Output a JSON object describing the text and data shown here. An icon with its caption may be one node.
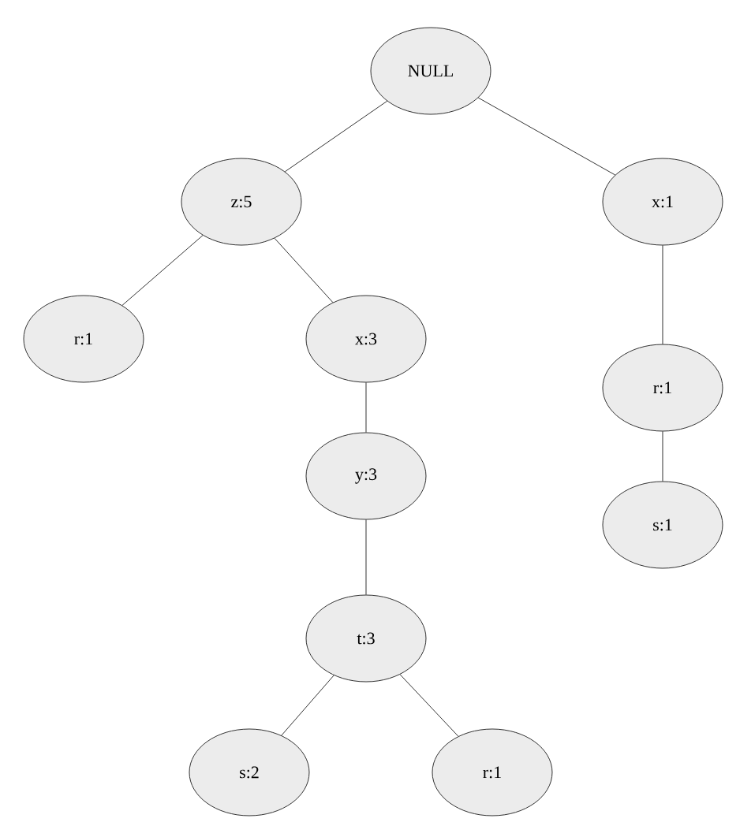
{
  "diagram": {
    "nodes": [
      {
        "text": [
          "NULL"
        ]
      },
      {
        "text": [
          "z:5"
        ]
      },
      {
        "text": [
          "x:1"
        ]
      },
      {
        "text": [
          "r:1"
        ]
      },
      {
        "text": [
          "x:3"
        ]
      },
      {
        "text": [
          "r:1"
        ]
      },
      {
        "text": [
          "y:3"
        ]
      },
      {
        "text": [
          "s:1"
        ]
      },
      {
        "text": [
          "t:3"
        ]
      },
      {
        "text": [
          "s:2"
        ]
      },
      {
        "text": [
          "r:1"
        ]
      }
    ],
    "edges": [
      {
        "from": 0,
        "to": 1,
        "arrow": "none"
      },
      {
        "from": 0,
        "to": 2,
        "arrow": "none"
      },
      {
        "from": 1,
        "to": 3,
        "arrow": "none"
      },
      {
        "from": 1,
        "to": 4,
        "arrow": "none"
      },
      {
        "from": 2,
        "to": 5,
        "arrow": "none"
      },
      {
        "from": 4,
        "to": 6,
        "arrow": "none"
      },
      {
        "from": 5,
        "to": 7,
        "arrow": "none"
      },
      {
        "from": 6,
        "to": 8,
        "arrow": "none"
      },
      {
        "from": 8,
        "to": 9,
        "arrow": "none"
      },
      {
        "from": 8,
        "to": 10,
        "arrow": "none"
      }
    ]
  }
}
